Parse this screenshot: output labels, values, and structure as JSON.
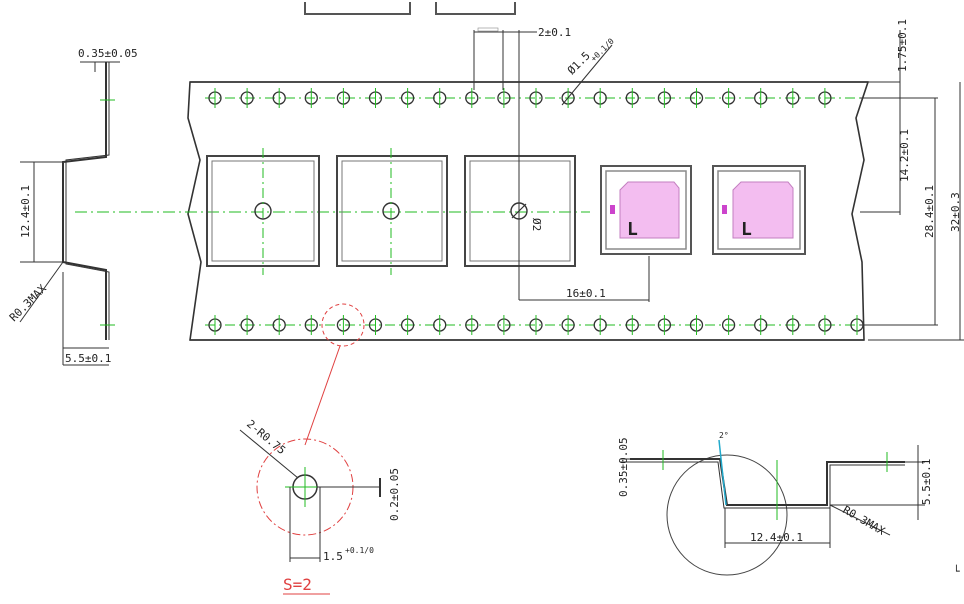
{
  "colors": {
    "outline": "#333333",
    "centerline": "#22bb22",
    "detail": "#e04040",
    "chip_fill": "#f3bdf0",
    "chip_border": "#8a8a8a",
    "marker": "#cc44cc",
    "cyan": "#22aacc"
  },
  "dimensions": {
    "thickness_left": "0.35±0.05",
    "pocket_width_left": "12.4±0.1",
    "radius_left": "R0.3MAX",
    "depth_left": "5.5±0.1",
    "pitch_2": "2±0.1",
    "hole_dia_top": "Ø1.5",
    "tol_top": "+0.1/0",
    "edge_dist": "1.75±0.1",
    "pitch_14": "14.2±0.1",
    "pitch_28": "28.4±0.1",
    "width_32": "32±0.3",
    "pitch_16": "16±0.1",
    "center_hole": "Ø2",
    "corner_radius": "2-R0.75",
    "wall_02": "0.2±0.05",
    "hole_15": "1.5",
    "hole_15_tol": "+0.1/0",
    "detail_label": "S=2",
    "thickness_right": "0.35±0.05",
    "angle": "2°",
    "depth_right": "5.5±0.1",
    "pocket_width_right": "12.4±0.1",
    "radius_right": "R0.3MAX"
  },
  "chip_mark": "L",
  "edge_mark": "└"
}
